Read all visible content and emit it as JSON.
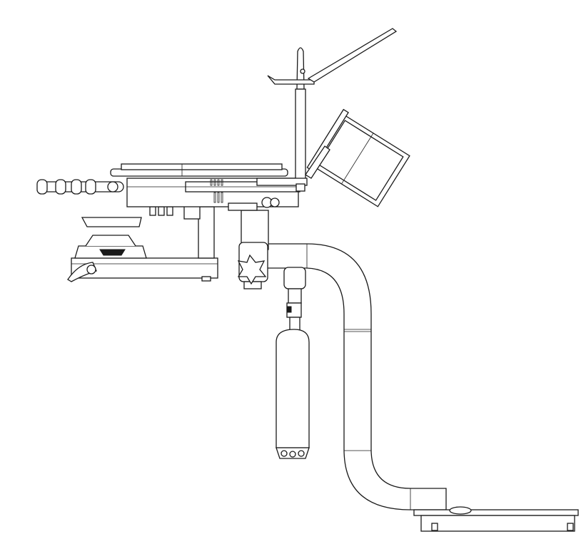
{
  "drawing": {
    "style": "monochrome technical line drawing",
    "colors": {
      "line": "#1a1a1a",
      "background": "#ffffff"
    },
    "parts": [
      "mast",
      "angled-rod",
      "tilted-basket",
      "tray",
      "tray-body",
      "handle",
      "small-tray",
      "base-plate",
      "column",
      "mount-clamp",
      "star-knob",
      "curved-support-tube",
      "cylinder",
      "floor-plate"
    ]
  }
}
